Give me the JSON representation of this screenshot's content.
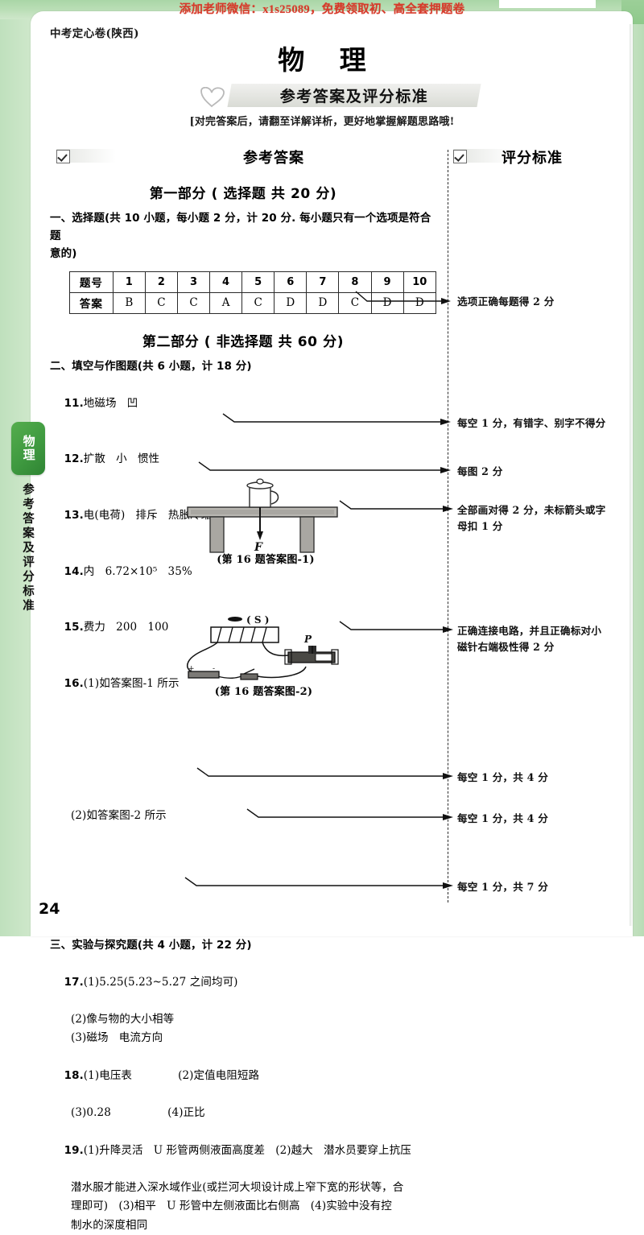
{
  "promo_banner": {
    "text": "添加老师微信：x1s25089，免费领取初、高全套押题卷"
  },
  "header": {
    "book_title": "中考定心卷(陕西)",
    "subject": "物 理",
    "answer_banner": "参考答案及评分标准",
    "reading_tip": "[对完答案后，请翻至详解详析，更好地掌握解题思路哦!",
    "heart_icon": "heart-icon"
  },
  "columns": {
    "left_header": "参考答案",
    "right_header": "评分标准",
    "checkbox_icon": "checkbox-checked-icon"
  },
  "part_one": {
    "title": "第一部分 ( 选择题    共 20 分)",
    "section_heading_line1": "一、选择题(共 10 小题，每小题 2 分，计 20 分. 每小题只有一个选项是符合题",
    "section_heading_line2": "意的)",
    "table": {
      "row_label_number": "题号",
      "row_label_answer": "答案",
      "numbers": [
        "1",
        "2",
        "3",
        "4",
        "5",
        "6",
        "7",
        "8",
        "9",
        "10"
      ],
      "answers": [
        "B",
        "C",
        "C",
        "A",
        "C",
        "D",
        "D",
        "C",
        "D",
        "D"
      ]
    }
  },
  "part_two": {
    "title": "第二部分 ( 非选择题    共 60 分)",
    "section_two_heading": "二、填空与作图题(共 6 小题，计 18 分)",
    "items": [
      {
        "num": "11.",
        "text": "地磁场   凹"
      },
      {
        "num": "12.",
        "text": "扩散   小   惯性"
      },
      {
        "num": "13.",
        "text": "电(电荷)   排斥   热胀冷缩"
      },
      {
        "num": "14.",
        "text": "内   6.72×10⁵   35%"
      },
      {
        "num": "15.",
        "text": "费力   200   100"
      },
      {
        "num": "16.",
        "text": "(1)如答案图-1 所示"
      }
    ],
    "item16_part2": "(2)如答案图-2 所示",
    "figure1_caption": "(第 16 题答案图-1)",
    "figure2_caption": "(第 16 题答案图-2)",
    "figure1_force_label": "F",
    "figure2_labels": {
      "switch": "( S )",
      "point": "P"
    }
  },
  "part_three": {
    "section_three_heading": "三、实验与探究题(共 4 小题，计 22 分)",
    "items": [
      {
        "num": "17.",
        "lines": [
          "(1)5.25(5.23~5.27 之间均可)",
          "(2)像与物的大小相等",
          "(3)磁场   电流方向"
        ]
      },
      {
        "num": "18.",
        "lines": [
          "(1)电压表             (2)定值电阻短路",
          "(3)0.28                (4)正比"
        ]
      },
      {
        "num": "19.",
        "lines": [
          "(1)升降灵活   U 形管两侧液面高度差   (2)越大   潜水员要穿上抗压",
          "潜水服才能进入深水域作业(或拦河大坝设计成上窄下宽的形状等，合",
          "理即可)   (3)相平   U 形管中左侧液面比右侧高   (4)实验中没有控",
          "制水的深度相同"
        ]
      }
    ]
  },
  "scoring_notes": [
    {
      "id": "note-choice",
      "text": "选项正确每题得 2 分"
    },
    {
      "id": "note-blank-1",
      "text": "每空 1 分，有错字、别字不得分"
    },
    {
      "id": "note-figure",
      "text": "每图 2 分"
    },
    {
      "id": "note-draw-all",
      "text": "全部画对得 2 分，未标箭头或字\n母扣 1 分"
    },
    {
      "id": "note-circuit",
      "text": "正确连接电路，并且正确标对小\n磁针右端极性得 2 分"
    },
    {
      "id": "note-blank-q17",
      "text": "每空 1 分，共 4 分"
    },
    {
      "id": "note-blank-q18",
      "text": "每空 1 分，共 4 分"
    },
    {
      "id": "note-blank-q19",
      "text": "每空 1 分，共 7 分"
    }
  ],
  "sidebar": {
    "tab_label": "物理",
    "vertical_text": "参考答案及评分标准",
    "tab_color": "#3f9a40"
  },
  "footer": {
    "page_number": "24"
  }
}
